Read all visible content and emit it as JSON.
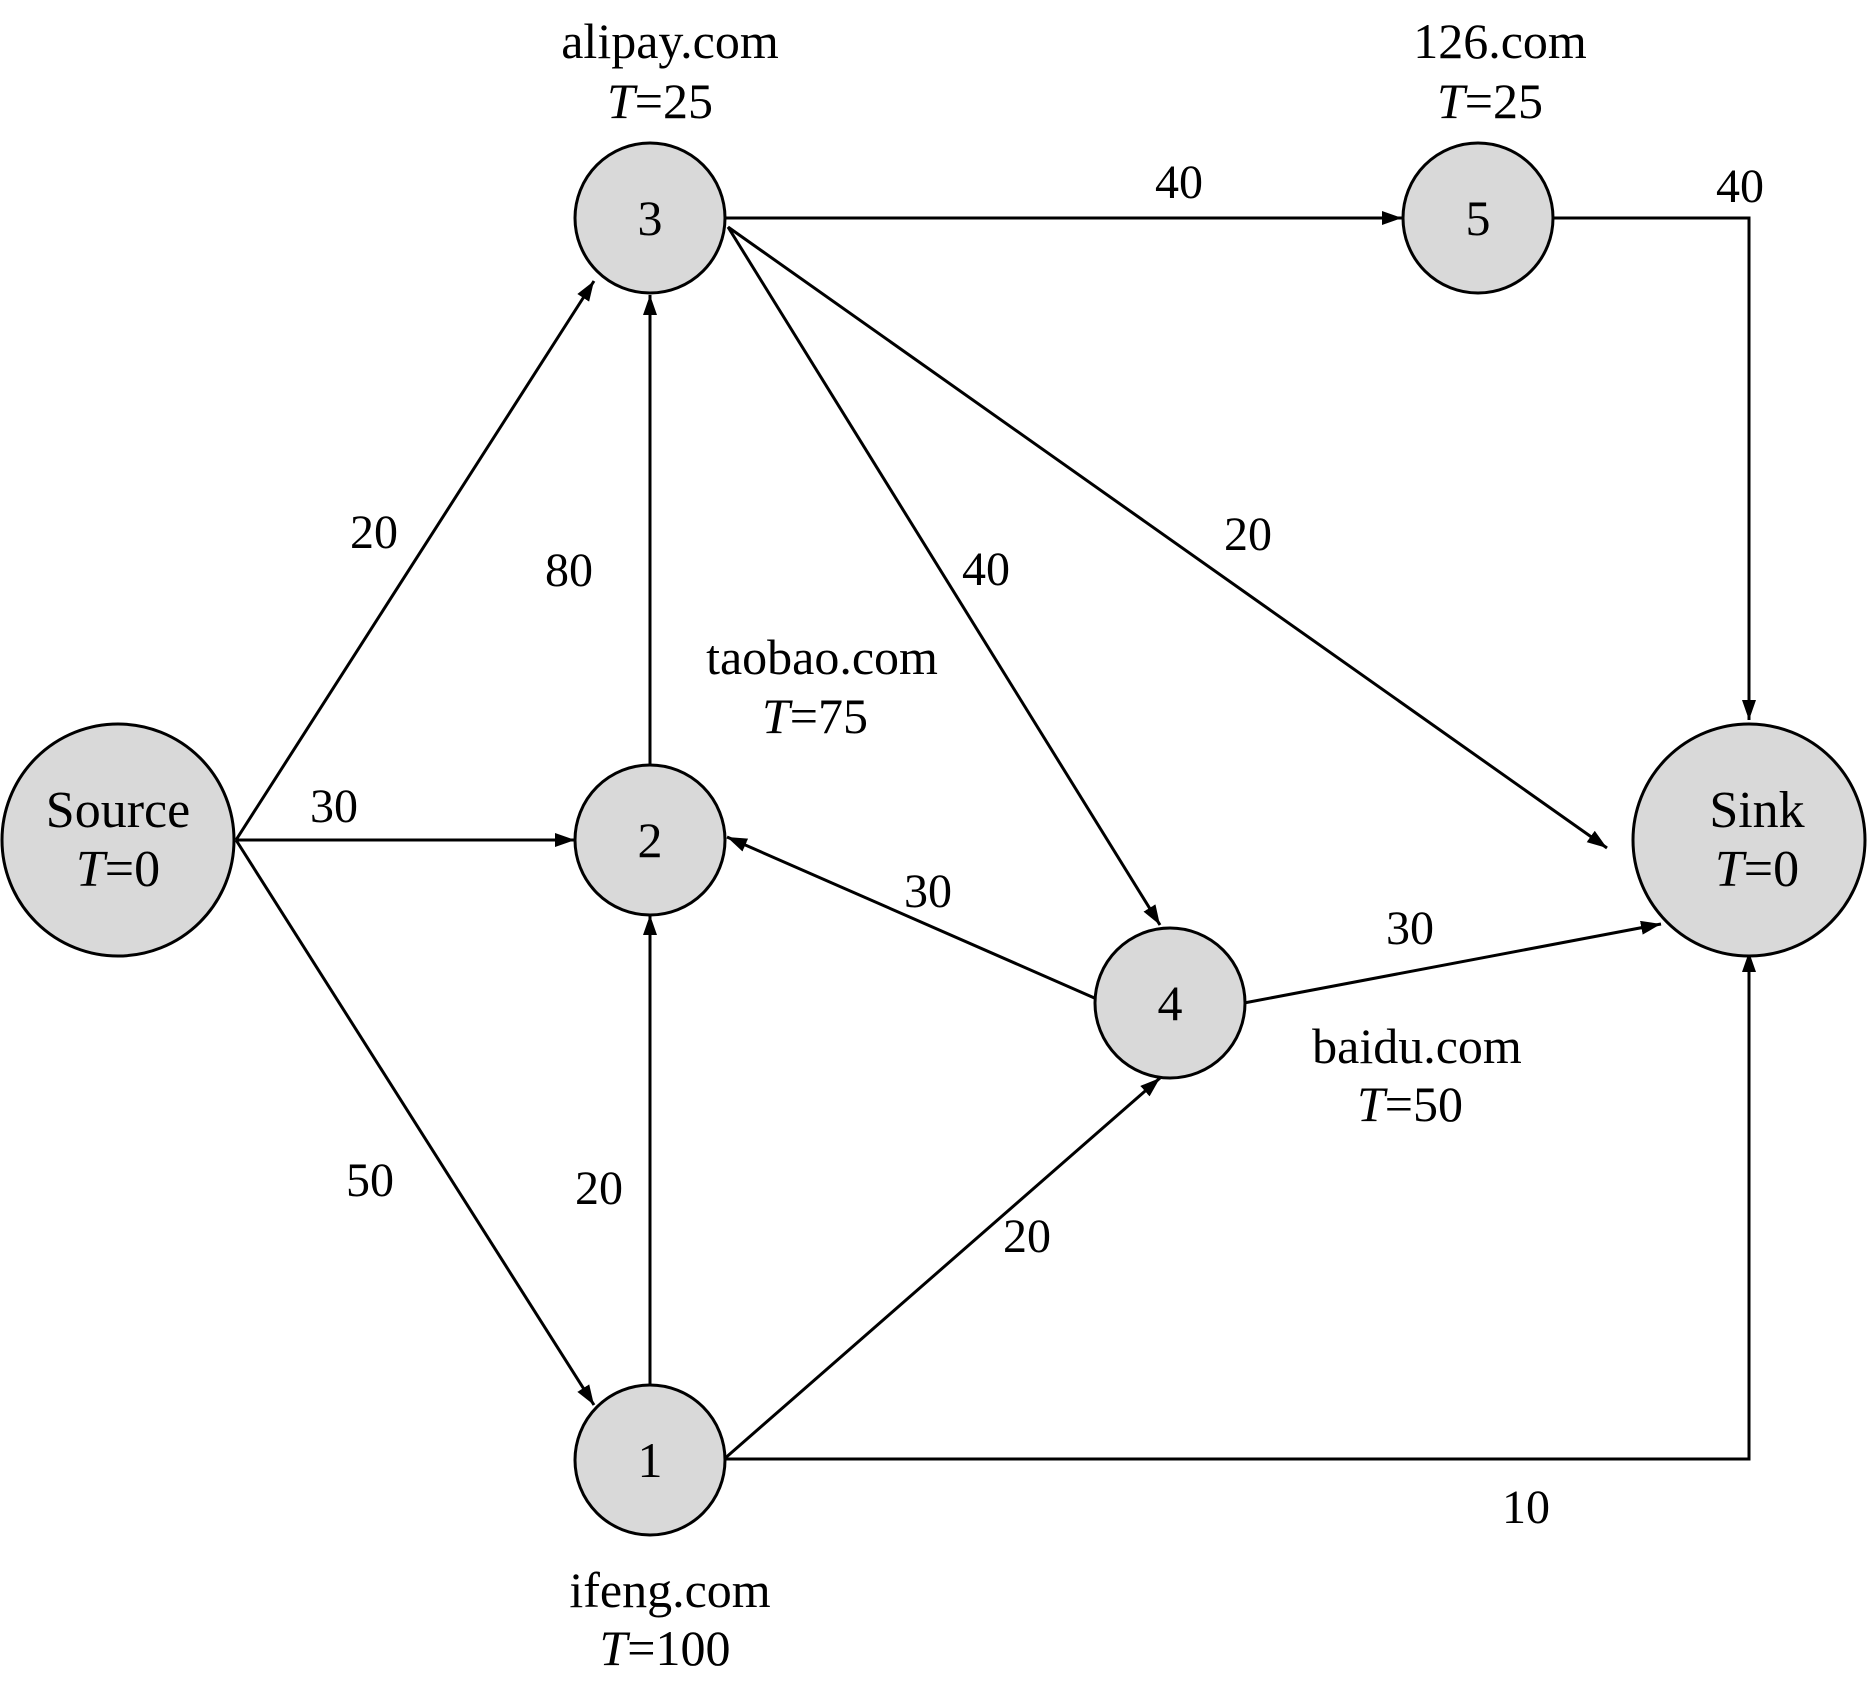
{
  "nodes": {
    "source": {
      "id": "Source",
      "t_var": "T",
      "t_value": "=0"
    },
    "sink": {
      "id": "Sink",
      "t_var": "T",
      "t_value": "=0"
    },
    "n1": {
      "id": "1",
      "site": "ifeng.com",
      "t_var": "T",
      "t_value": "=100"
    },
    "n2": {
      "id": "2",
      "site": "taobao.com",
      "t_var": "T",
      "t_value": "=75"
    },
    "n3": {
      "id": "3",
      "site": "alipay.com",
      "t_var": "T",
      "t_value": "=25"
    },
    "n4": {
      "id": "4",
      "site": "baidu.com",
      "t_var": "T",
      "t_value": "=50"
    },
    "n5": {
      "id": "5",
      "site": "126.com",
      "t_var": "T",
      "t_value": "=25"
    }
  },
  "edges": {
    "source_3": {
      "from": "Source",
      "to": "3",
      "weight": "20"
    },
    "source_2": {
      "from": "Source",
      "to": "2",
      "weight": "30"
    },
    "source_1": {
      "from": "Source",
      "to": "1",
      "weight": "50"
    },
    "e2_3": {
      "from": "2",
      "to": "3",
      "weight": "80"
    },
    "e1_2": {
      "from": "1",
      "to": "2",
      "weight": "20"
    },
    "e3_5": {
      "from": "3",
      "to": "5",
      "weight": "40"
    },
    "e3_4": {
      "from": "3",
      "to": "4",
      "weight": "40"
    },
    "e3_sink": {
      "from": "3",
      "to": "Sink",
      "weight": "20"
    },
    "e4_2": {
      "from": "4",
      "to": "2",
      "weight": "30"
    },
    "e4_sink": {
      "from": "4",
      "to": "Sink",
      "weight": "30"
    },
    "e1_4": {
      "from": "1",
      "to": "4",
      "weight": "20"
    },
    "e5_sink": {
      "from": "5",
      "to": "Sink",
      "weight": "40"
    },
    "e1_sink": {
      "from": "1",
      "to": "Sink",
      "weight": "10"
    }
  },
  "colors": {
    "node_fill": "#d9d9d9",
    "stroke": "#000000"
  }
}
